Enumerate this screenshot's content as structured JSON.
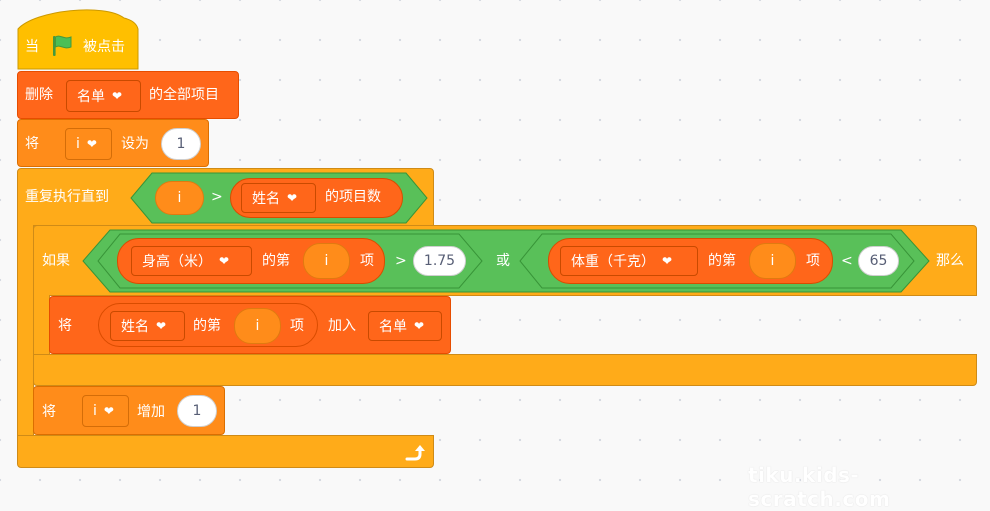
{
  "script": {
    "hat": {
      "label_before": "当",
      "label_after": "被点击",
      "flag_icon": "green-flag-icon"
    },
    "delete_all": {
      "label_before": "删除",
      "list": "名单",
      "label_after": "的全部项目"
    },
    "set_var": {
      "label": "将",
      "var": "i",
      "label_mid": "设为",
      "value": "1"
    },
    "repeat_until": {
      "label": "重复执行直到",
      "cond": {
        "var": "i",
        "op": ">",
        "list": "姓名",
        "label_after": "的项目数"
      },
      "if_block": {
        "label_if": "如果",
        "label_then": "那么",
        "cond_left": {
          "list": "身高（米）",
          "label_of": "的第",
          "index": "i",
          "label_item": "项",
          "op": ">",
          "value": "1.75"
        },
        "or_label": "或",
        "cond_right": {
          "list": "体重（千克）",
          "label_of": "的第",
          "index": "i",
          "label_item": "项",
          "op": "<",
          "value": "65"
        },
        "add_block": {
          "label": "将",
          "item_list": "姓名",
          "label_of": "的第",
          "index": "i",
          "label_item": "项",
          "label_add": "加入",
          "target_list": "名单"
        }
      },
      "change_var": {
        "label": "将",
        "var": "i",
        "label_mid": "增加",
        "value": "1"
      },
      "loop_icon": "loop-arrow-icon"
    }
  },
  "watermark": "tiku.kids-scratch.com",
  "colors": {
    "control": "#ffab19",
    "variables": "#ff8c1a",
    "lists": "#ff661a",
    "operators": "#59c059",
    "background": "#f9f9f9"
  }
}
